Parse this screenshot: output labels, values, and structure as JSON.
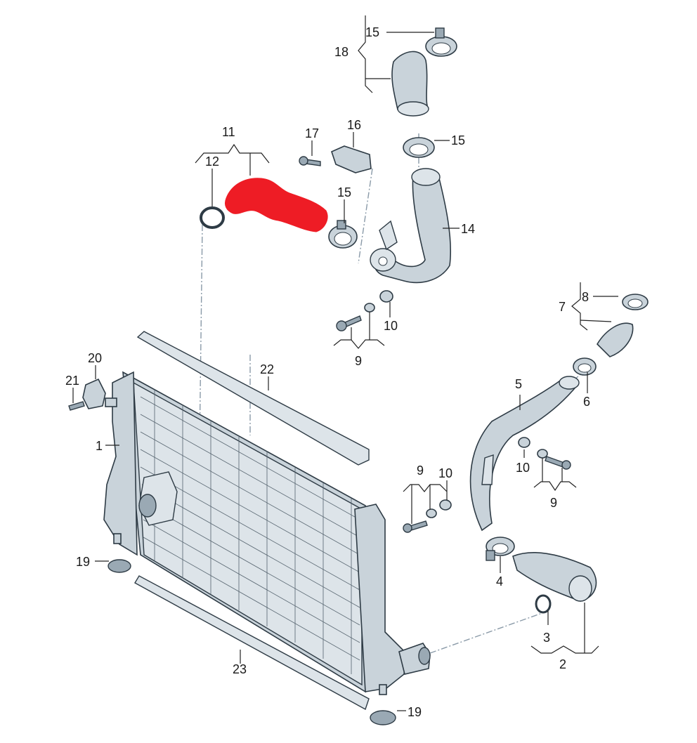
{
  "labels": {
    "p1": "1",
    "p2": "2",
    "p3": "3",
    "p4": "4",
    "p5": "5",
    "p6": "6",
    "p7": "7",
    "p8": "8",
    "p9a": "9",
    "p9b": "9",
    "p9c": "9",
    "p10a": "10",
    "p10b": "10",
    "p10c": "10",
    "p11": "11",
    "p12": "12",
    "p14": "14",
    "p15a": "15",
    "p15b": "15",
    "p15c": "15",
    "p16": "16",
    "p17": "17",
    "p18": "18",
    "p19a": "19",
    "p19b": "19",
    "p20": "20",
    "p21": "21",
    "p22": "22",
    "p23": "23"
  },
  "colors": {
    "highlight": "#ee1c25",
    "part_fill": "#c9d3da",
    "line": "#222222"
  }
}
